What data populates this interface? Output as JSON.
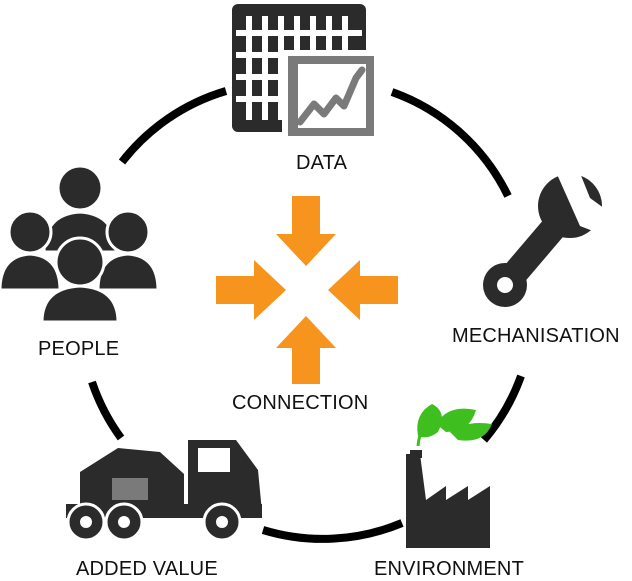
{
  "labels": {
    "data": "DATA",
    "people": "PEOPLE",
    "mechanisation": "MECHANISATION",
    "connection": "CONNECTION",
    "added_value": "ADDED VALUE",
    "environment": "ENVIRONMENT"
  },
  "colors": {
    "ring": "#000000",
    "icon_dark": "#2b2b2b",
    "icon_grey": "#7a7a7a",
    "arrows": "#f7941d",
    "leaf": "#3fbf1f",
    "text": "#111111"
  },
  "icons": {
    "data": "spreadsheet-chart-icon",
    "people": "people-group-icon",
    "mechanisation": "wrench-icon",
    "connection": "converging-arrows-icon",
    "added_value": "truck-icon",
    "environment": "factory-leaves-icon"
  }
}
